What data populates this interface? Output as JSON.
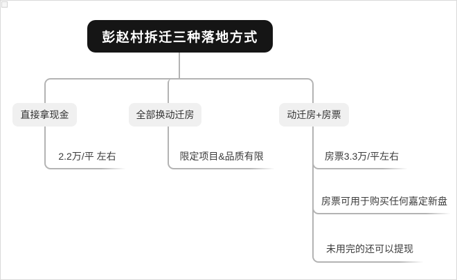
{
  "diagram": {
    "type": "mindmap-tree",
    "root": {
      "label": "彭赵村拆迁三种落地方式"
    },
    "branches": [
      {
        "label": "直接拿现金",
        "children": [
          "2.2万/平 左右"
        ]
      },
      {
        "label": "全部换动迁房",
        "children": [
          "限定项目&品质有限"
        ]
      },
      {
        "label": "动迁房+房票",
        "children": [
          "房票3.3万/平左右",
          "房票可用于购买任何嘉定新盘",
          "未用完的还可以提现"
        ]
      }
    ],
    "colors": {
      "root_bg": "#151515",
      "root_text": "#ffffff",
      "branch_bg": "#f0f0f0",
      "branch_text": "#333333",
      "leaf_text": "#3b3b3b",
      "connector": "#b3b3b3",
      "canvas_border": "#d9d9d9",
      "canvas_bg": "#ffffff"
    }
  }
}
